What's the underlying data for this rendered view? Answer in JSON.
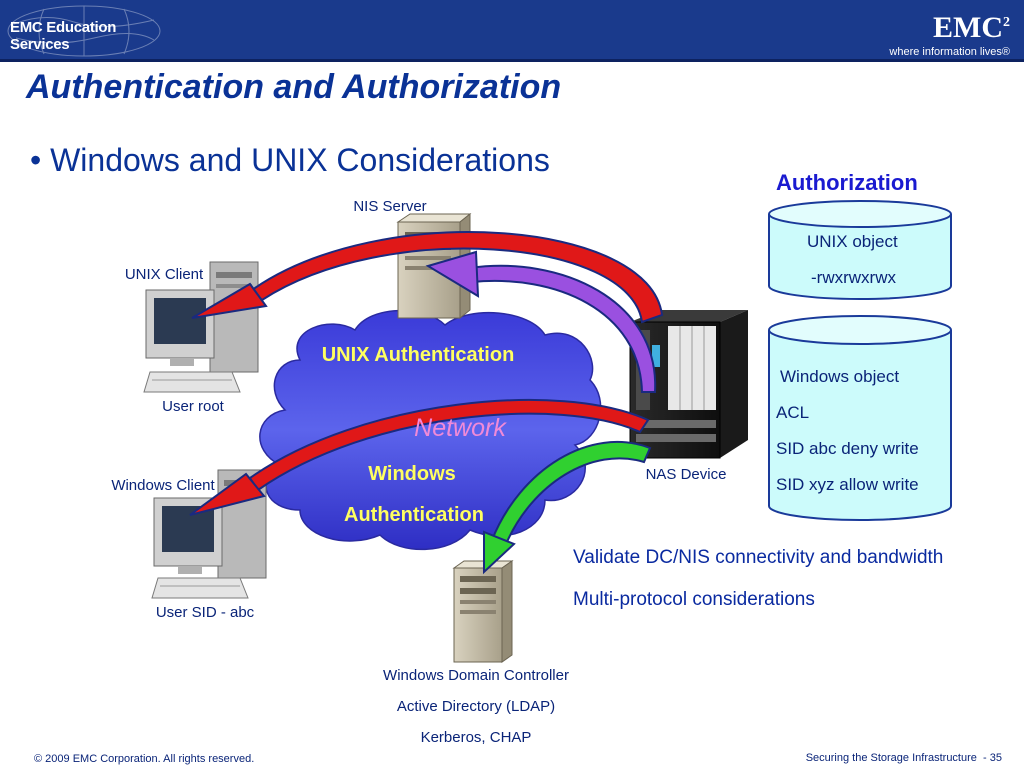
{
  "header": {
    "left_logo": "EMC Education Services",
    "brand": "EMC",
    "brand_superscript": "2",
    "tagline": "where information lives",
    "tagline_mark": "®"
  },
  "title": "Authentication and Authorization",
  "bullet": "• Windows and UNIX Considerations",
  "nodes": {
    "nis_server": "NIS Server",
    "unix_client": "UNIX Client",
    "user_root": "User root",
    "windows_client": "Windows Client",
    "user_sid": "User SID - abc",
    "nas_device": "NAS Device",
    "dc_line1": "Windows Domain Controller",
    "dc_line2": "Active Directory (LDAP)",
    "dc_line3": "Kerberos, CHAP"
  },
  "cloud": {
    "unix_auth": "UNIX Authentication",
    "network": "Network",
    "windows_auth_line1": "Windows",
    "windows_auth_line2": "Authentication"
  },
  "authorization": {
    "heading": "Authorization",
    "unix_object": {
      "line1": "UNIX object",
      "line2": "-rwxrwxrwx"
    },
    "windows_object": {
      "line1": "Windows object",
      "line2": "ACL",
      "line3": "SID abc deny write",
      "line4": "SID xyz allow write"
    }
  },
  "notes": {
    "line1": "Validate DC/NIS connectivity and bandwidth",
    "line2": "Multi-protocol considerations"
  },
  "footer": {
    "copyright": "© 2009 EMC Corporation. All rights reserved.",
    "course": "Securing the Storage Infrastructure",
    "page": "- 35"
  },
  "colors": {
    "header_bg": "#1a3a8c",
    "title": "#0a3296",
    "cloud_fill": "#4a50e0",
    "cylinder_fill": "#ccfbfb",
    "cylinder_stroke": "#1a3a9a",
    "arrow_red": "#e01818",
    "arrow_purple": "#9a50e0",
    "arrow_green": "#30d030"
  }
}
